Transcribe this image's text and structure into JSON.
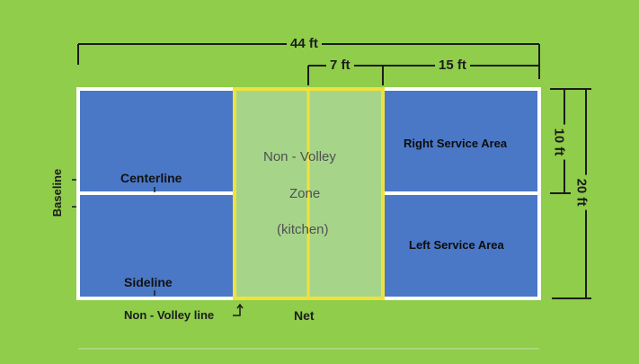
{
  "colors": {
    "background": "#8fcd4a",
    "court_blue": "#4a78c6",
    "kitchen_green": "#a6d58a",
    "lines_white": "#ffffff",
    "kitchen_border_yellow": "#f0e23c",
    "dimension_line": "#1c1c1c"
  },
  "dimensions": {
    "total_length": "44 ft",
    "kitchen_depth": "7 ft",
    "service_depth": "15 ft",
    "half_width": "10 ft",
    "total_width": "20 ft"
  },
  "labels": {
    "baseline": "Baseline",
    "centerline": "Centerline",
    "sideline": "Sideline",
    "non_volley_line": "Non - Volley line",
    "net": "Net",
    "zone_line1": "Non - Volley",
    "zone_line2": "Zone",
    "zone_line3": "(kitchen)",
    "right_service_area": "Right Service Area",
    "left_service_area": "Left Service Area"
  },
  "icons": {
    "non_volley_pointer": "arrow-up-right-icon"
  }
}
